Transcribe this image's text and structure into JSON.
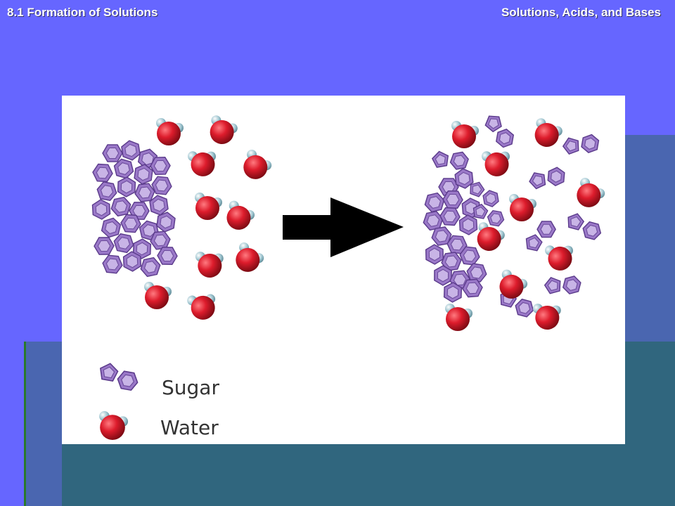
{
  "header": {
    "left": "8.1 Formation of Solutions",
    "right": "Solutions, Acids, and Bases"
  },
  "legend": {
    "sugar_label": "Sugar",
    "water_label": "Water"
  },
  "colors": {
    "sugar_fill": "#9a78c8",
    "sugar_stroke": "#5a3a8a",
    "water_red": "#dd1c2c",
    "water_hydrogen": "#9dc4cf",
    "arrow": "#000000"
  },
  "icons": [
    "sugar-molecule-icon",
    "water-molecule-icon",
    "right-arrow-icon"
  ]
}
